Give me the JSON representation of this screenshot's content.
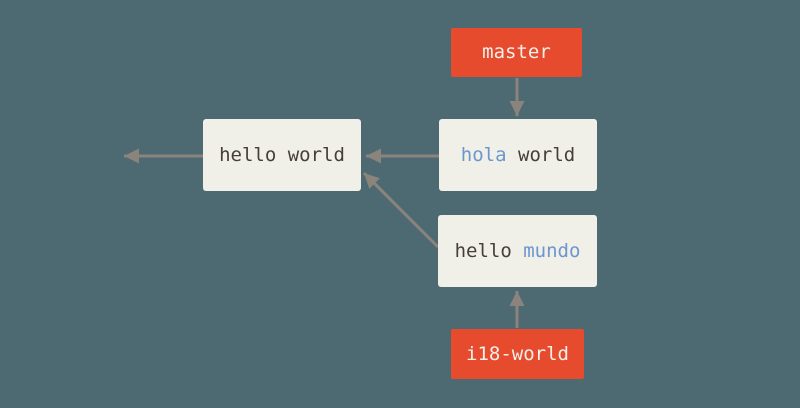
{
  "colors": {
    "background": "#4d6971",
    "commit-fill": "#f0efe8",
    "branch-fill": "#e74b2e",
    "arrow": "#8b847d",
    "text-dark": "#453f38",
    "text-blue": "#6c96ce",
    "text-light": "#f4efe9"
  },
  "branches": {
    "master": {
      "label": "master"
    },
    "i18_world": {
      "label": "i18-world"
    }
  },
  "commits": {
    "hello_world": {
      "text": "hello world"
    },
    "hola_world": {
      "word_highlight": "hola",
      "word_rest": " world"
    },
    "hello_mundo": {
      "word_rest": "hello ",
      "word_highlight": "mundo"
    }
  },
  "edges": [
    {
      "from": "master",
      "to": "hola world",
      "type": "branch-pointer"
    },
    {
      "from": "i18-world",
      "to": "hello mundo",
      "type": "branch-pointer"
    },
    {
      "from": "hola world",
      "to": "hello world",
      "type": "parent"
    },
    {
      "from": "hello mundo",
      "to": "hello world",
      "type": "parent"
    },
    {
      "from": "hello world",
      "to": "earlier-history-off-canvas",
      "type": "parent"
    }
  ]
}
